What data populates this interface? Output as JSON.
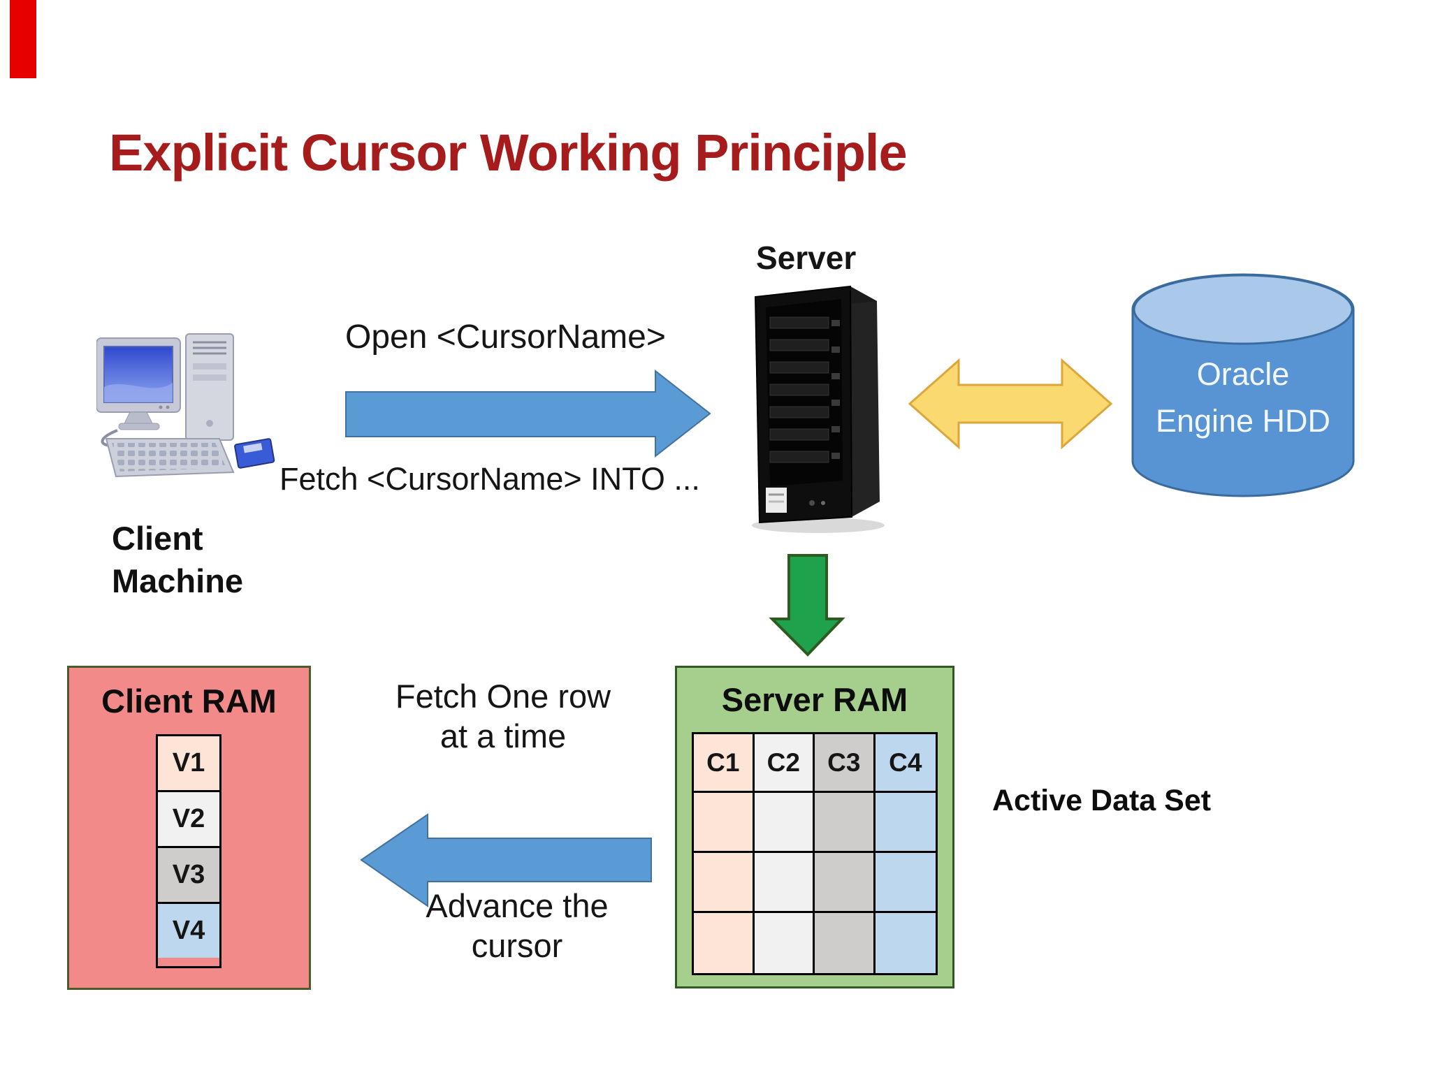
{
  "slide": {
    "title": "Explicit Cursor Working Principle"
  },
  "top_flow": {
    "client_label": "Client\nMachine",
    "open_label": "Open <CursorName>",
    "fetch_label": "Fetch <CursorName> INTO ...",
    "server_label": "Server",
    "oracle_line1": "Oracle",
    "oracle_line2": "Engine HDD"
  },
  "bottom_flow": {
    "fetch_one_row": "Fetch One row\nat a time",
    "advance_cursor": "Advance the\ncursor",
    "active_data_set": "Active Data Set"
  },
  "client_ram": {
    "title": "Client RAM",
    "cells": [
      {
        "label": "V1",
        "color": "#fce4d6"
      },
      {
        "label": "V2",
        "color": "#f1f1f1"
      },
      {
        "label": "V3",
        "color": "#cfcccc"
      },
      {
        "label": "V4",
        "color": "#bdd7ee"
      }
    ]
  },
  "server_ram": {
    "title": "Server RAM",
    "columns": [
      {
        "label": "C1",
        "color": "#fce4d6"
      },
      {
        "label": "C2",
        "color": "#f1f1f1"
      },
      {
        "label": "C3",
        "color": "#cfcccc"
      },
      {
        "label": "C4",
        "color": "#bdd7ee"
      }
    ],
    "data_rows": 3
  },
  "colors": {
    "title_text": "#a61b1b",
    "accent_bar": "#e60000",
    "arrow_blue": "#5b9bd5",
    "arrow_blue_border": "#41719c",
    "arrow_yellow": "#fbd971",
    "arrow_yellow_border": "#dca63c",
    "arrow_green": "#1ea24b",
    "arrow_green_border": "#2e5b1f",
    "client_ram_bg": "#f28a8a",
    "client_ram_border": "#4d5b2b",
    "server_ram_bg": "#a6cf8d",
    "server_ram_border": "#2f5a20",
    "cylinder_body": "#5894d3",
    "cylinder_top": "#a9c8ea",
    "cylinder_border": "#3a6b9e",
    "cell_peach": "#fce4d6",
    "cell_gray_light": "#f1f1f1",
    "cell_gray": "#cfcccc",
    "cell_blue": "#bdd7ee"
  }
}
